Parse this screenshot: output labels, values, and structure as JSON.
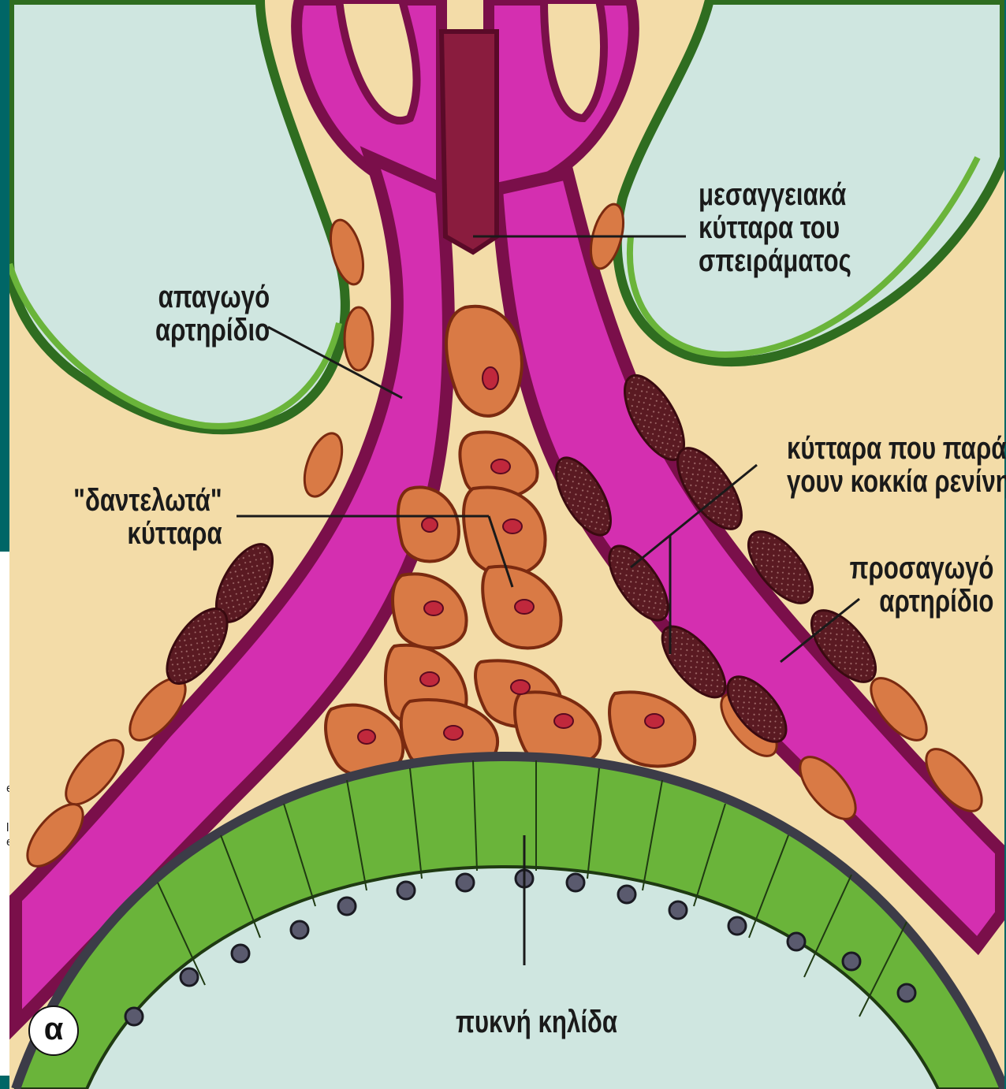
{
  "labels": {
    "efferent_arteriole": "απαγωγό\nαρτηρίδιο",
    "mesangial_cells": "μεσαγγειακά\nκύτταρα του\nσπειράματος",
    "lacis_cells": "\"δαντελωτά\"\nκύτταρα",
    "renin_cells": "κύτταρα που παρά-\nγουν κοκκία ρενίνης",
    "afferent_arteriole": "προσαγωγό\nαρτηρίδιο",
    "macula_densa": "πυκνή κηλίδα",
    "plate_letter": "α"
  },
  "background_page_fragments": [
    "es",
    "lar",
    "es"
  ],
  "colors": {
    "slide_background": "#006666",
    "diagram_background": "#f3dca8",
    "capsule_space": "#cfe6e0",
    "podocyte_green": "#6ab43a",
    "arteriole_lumen": "#d42fb0",
    "arteriole_wall": "#7a0f4a",
    "smooth_muscle": "#d97a45",
    "renin_granular": "#5a1a22",
    "macula_densa": "#5fa83a",
    "tubule_lumen": "#cfe6e0"
  }
}
